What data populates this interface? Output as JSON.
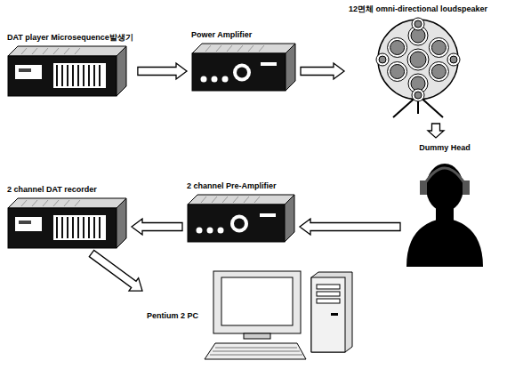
{
  "diagram": {
    "nodes": [
      {
        "text": [
          "DAT player Microsequence발생기"
        ]
      },
      {
        "text": [
          "Power Amplifier"
        ]
      },
      {
        "text": [
          "12면체 omni-directional loudspeaker"
        ]
      },
      {
        "text": [
          "Dummy Head"
        ]
      },
      {
        "text": [
          "2 channel Pre-Amplifier"
        ]
      },
      {
        "text": [
          "2 channel DAT recorder"
        ]
      },
      {
        "text": [
          "Pentium 2 PC"
        ]
      }
    ],
    "edges": [
      {
        "from": 0,
        "to": 1,
        "arrow": "to"
      },
      {
        "from": 1,
        "to": 2,
        "arrow": "to"
      },
      {
        "from": 2,
        "to": 3,
        "arrow": "to"
      },
      {
        "from": 3,
        "to": 4,
        "arrow": "to"
      },
      {
        "from": 4,
        "to": 5,
        "arrow": "to"
      },
      {
        "from": 5,
        "to": 6,
        "arrow": "to"
      }
    ]
  }
}
